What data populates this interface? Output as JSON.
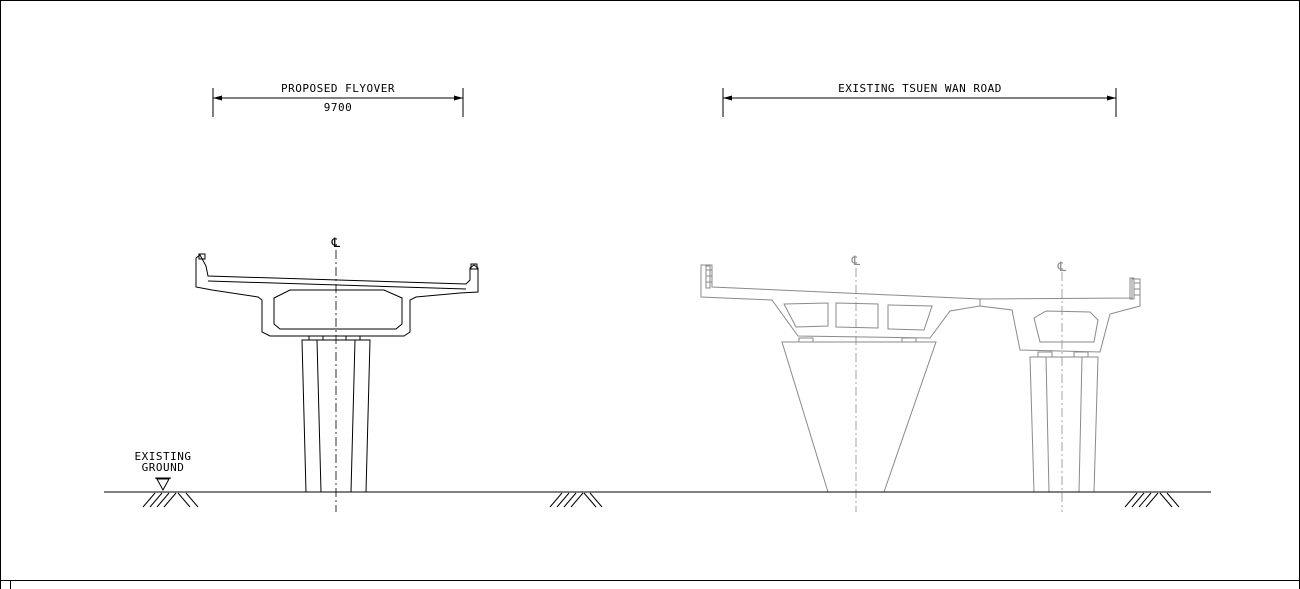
{
  "labels": {
    "proposed_flyover": "PROPOSED FLYOVER",
    "proposed_width": "9700",
    "existing_road": "EXISTING TSUEN WAN ROAD",
    "existing_ground_line1": "EXISTING",
    "existing_ground_line2": "GROUND",
    "centerline_symbol": "℄"
  },
  "colors": {
    "proposed_structure": "#000000",
    "existing_structure": "#8a8a8a"
  }
}
